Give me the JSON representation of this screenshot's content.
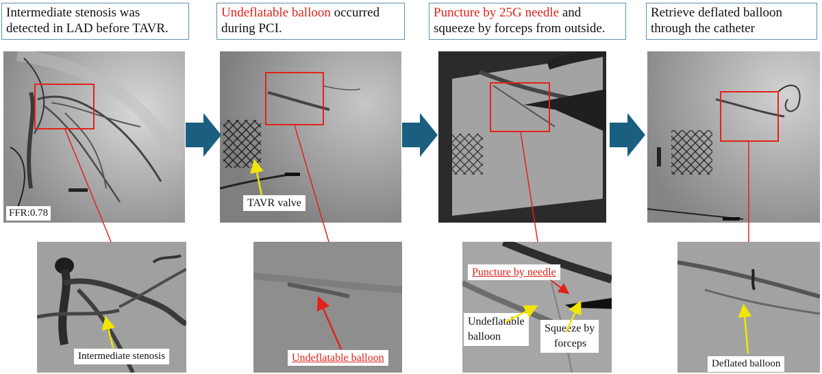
{
  "panels": [
    {
      "caption_plain_before": "Intermediate stenosis was detected in LAD before TAVR.",
      "caption_highlight": "",
      "caption_plain_after": ""
    },
    {
      "caption_plain_before": "",
      "caption_highlight": "Undeflatable balloon",
      "caption_plain_after": " occurred during PCI."
    },
    {
      "caption_plain_before": "",
      "caption_highlight": "Puncture by 25G needle",
      "caption_plain_after": " and squeeze by forceps from outside."
    },
    {
      "caption_plain_before": "Retrieve deflated balloon through the catheter",
      "caption_highlight": "",
      "caption_plain_after": ""
    }
  ],
  "labels": {
    "ffr": "FFR:0.78",
    "intermediate_stenosis": "Intermediate stenosis",
    "tavr_valve": "TAVR valve",
    "undeflatable_balloon_red": "Undeflatable balloon",
    "puncture_by_needle": "Puncture by needle",
    "undeflatable_balloon_line1": "Undeflatable",
    "undeflatable_balloon_line2": "balloon",
    "squeeze_line1": "Squeeze by",
    "squeeze_line2": "forceps",
    "deflated_balloon": "Deflated balloon"
  },
  "colors": {
    "highlight_red": "#e32119",
    "arrow_blue": "#1a5f80",
    "pointer_yellow": "#f2e600",
    "caption_border": "#5a8fb0"
  }
}
